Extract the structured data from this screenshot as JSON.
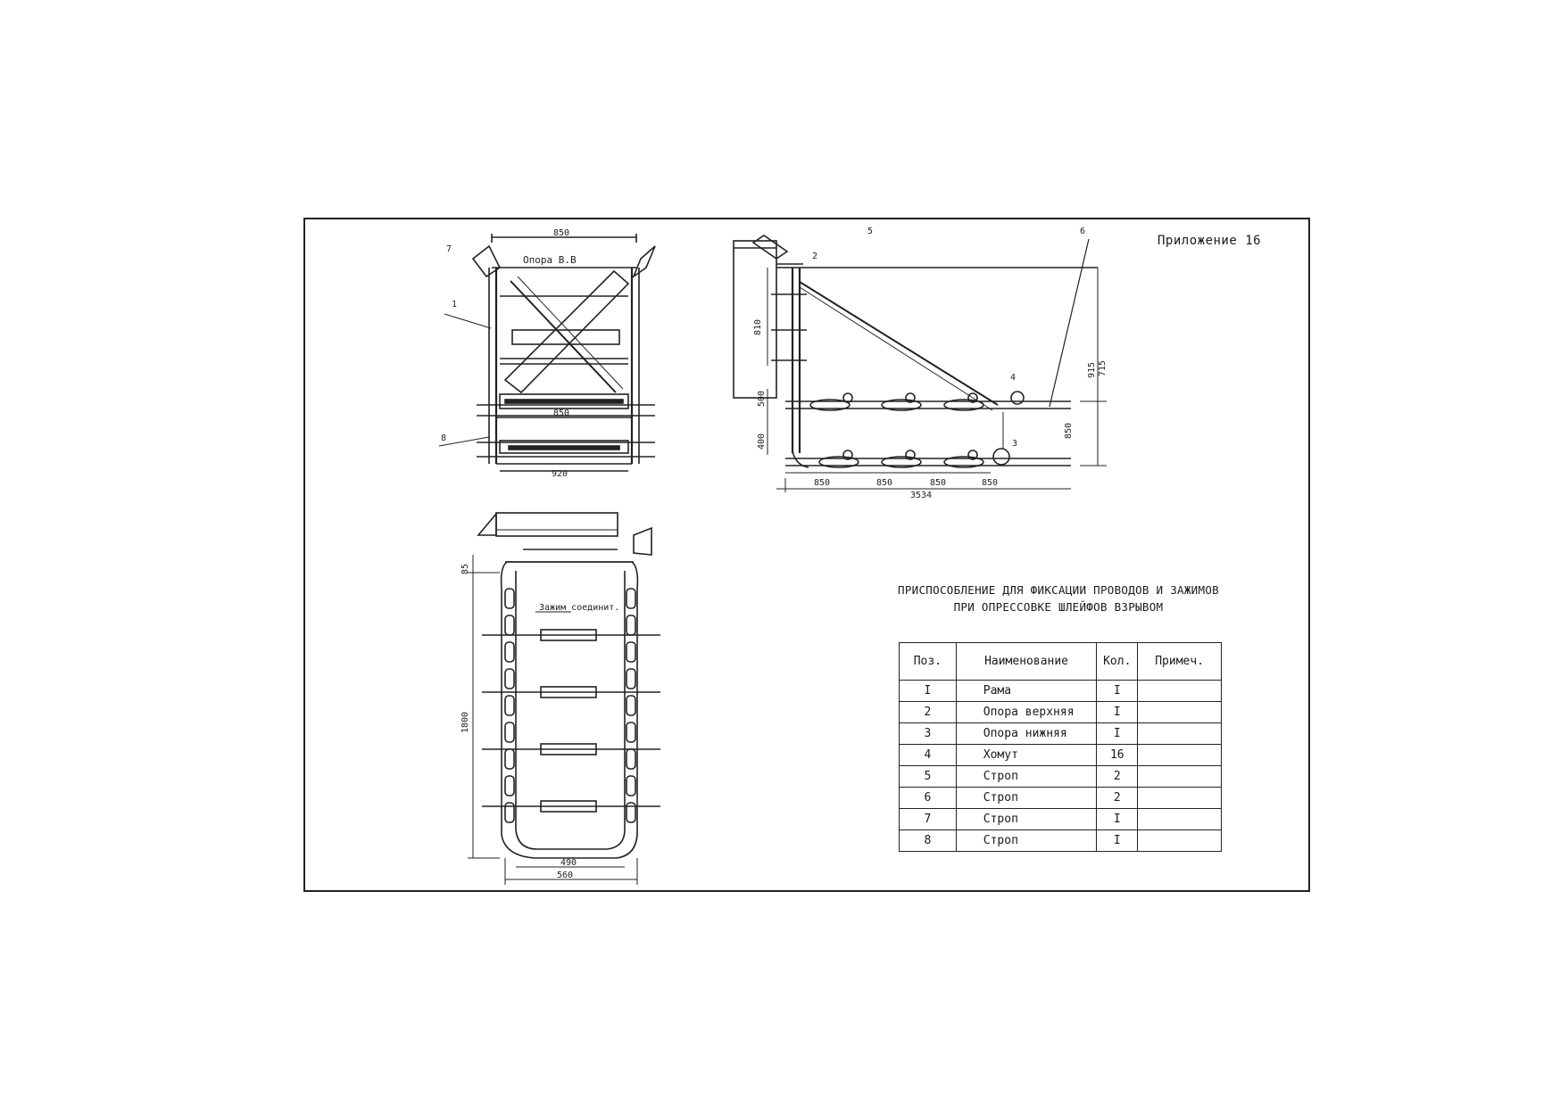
{
  "appendix_label": "Приложение 16",
  "title": {
    "line1": "ПРИСПОСОБЛЕНИЕ ДЛЯ ФИКСАЦИИ ПРОВОДОВ И ЗАЖИМОВ",
    "line2": "ПРИ ОПРЕССОВКЕ ШЛЕЙФОВ ВЗРЫВОМ"
  },
  "parts_table": {
    "headers": [
      "Поз.",
      "Наименование",
      "Кол.",
      "Примеч."
    ],
    "rows": [
      [
        "I",
        "Рама",
        "I",
        ""
      ],
      [
        "2",
        "Опора верхняя",
        "I",
        ""
      ],
      [
        "3",
        "Опора нижняя",
        "I",
        ""
      ],
      [
        "4",
        "Хомут",
        "16",
        ""
      ],
      [
        "5",
        "Строп",
        "2",
        ""
      ],
      [
        "6",
        "Строп",
        "2",
        ""
      ],
      [
        "7",
        "Строп",
        "I",
        ""
      ],
      [
        "8",
        "Строп",
        "I",
        ""
      ]
    ]
  },
  "drawing_labels": {
    "front_width": "850",
    "front_label": "Опора В.В",
    "front_mid": "850",
    "front_bottom": "920",
    "side_h1": "810",
    "side_h2": "915",
    "side_h3": "715",
    "side_h4": "850",
    "side_small1": "500",
    "side_small2": "400",
    "side_d1": "850",
    "side_d2": "850",
    "side_d3": "850",
    "side_d4": "850",
    "side_total": "3534",
    "plan_h": "1800",
    "plan_top": "85",
    "plan_w1": "490",
    "plan_w2": "560",
    "plan_note": "Зажим соединит.",
    "pos_1": "1",
    "pos_2": "2",
    "pos_3": "3",
    "pos_4": "4",
    "pos_5": "5",
    "pos_6": "6",
    "pos_7": "7",
    "pos_8": "8"
  }
}
